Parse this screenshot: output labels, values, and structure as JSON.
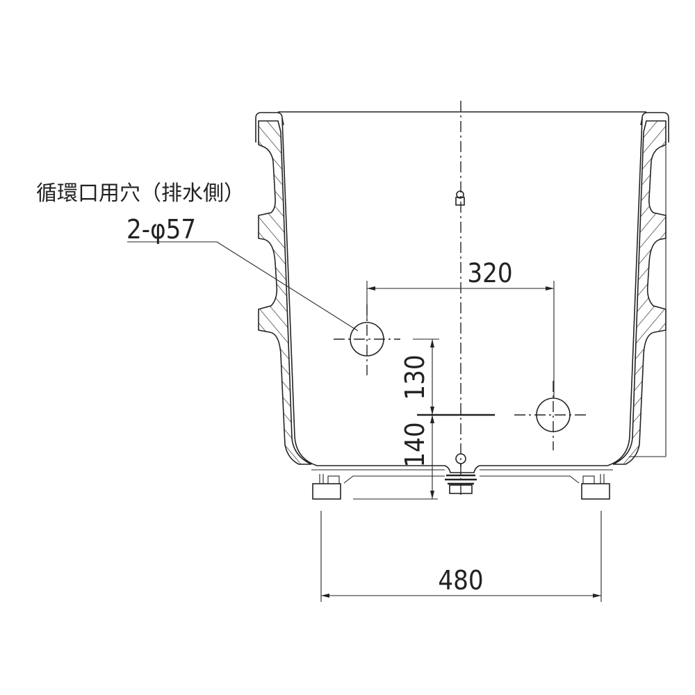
{
  "drawing": {
    "annotation_label": "循環口用穴（排水側）",
    "hole_spec": "2-φ57",
    "dimensions": {
      "hole_spacing": "320",
      "hole_height_offset": "130",
      "hole_height_from_base": "140",
      "foot_span": "480"
    }
  }
}
